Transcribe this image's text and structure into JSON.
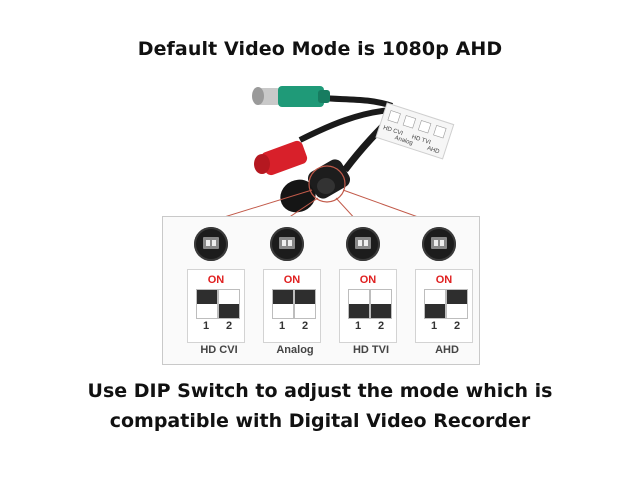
{
  "title": "Default Video Mode is 1080p AHD",
  "caption": {
    "line1": "Use DIP Switch to adjust the mode which is",
    "line2": "compatible with Digital Video Recorder"
  },
  "panel": {
    "on_label": "ON",
    "switch_numbers": [
      "1",
      "2"
    ],
    "modes": [
      {
        "label": "HD CVI",
        "switch1": "on",
        "switch2": "off"
      },
      {
        "label": "Analog",
        "switch1": "on",
        "switch2": "on"
      },
      {
        "label": "HD TVI",
        "switch1": "off",
        "switch2": "off"
      },
      {
        "label": "AHD",
        "switch1": "off",
        "switch2": "on"
      }
    ]
  },
  "sticker": {
    "labels": [
      "HD CVI",
      "Analog",
      "HD TVI",
      "AHD"
    ]
  },
  "colors": {
    "connector_green": "#1f9a78",
    "connector_red": "#d8202a",
    "cable_black": "#1a1a1a",
    "callout_line": "#c25a4a",
    "on_label": "#e02020"
  }
}
